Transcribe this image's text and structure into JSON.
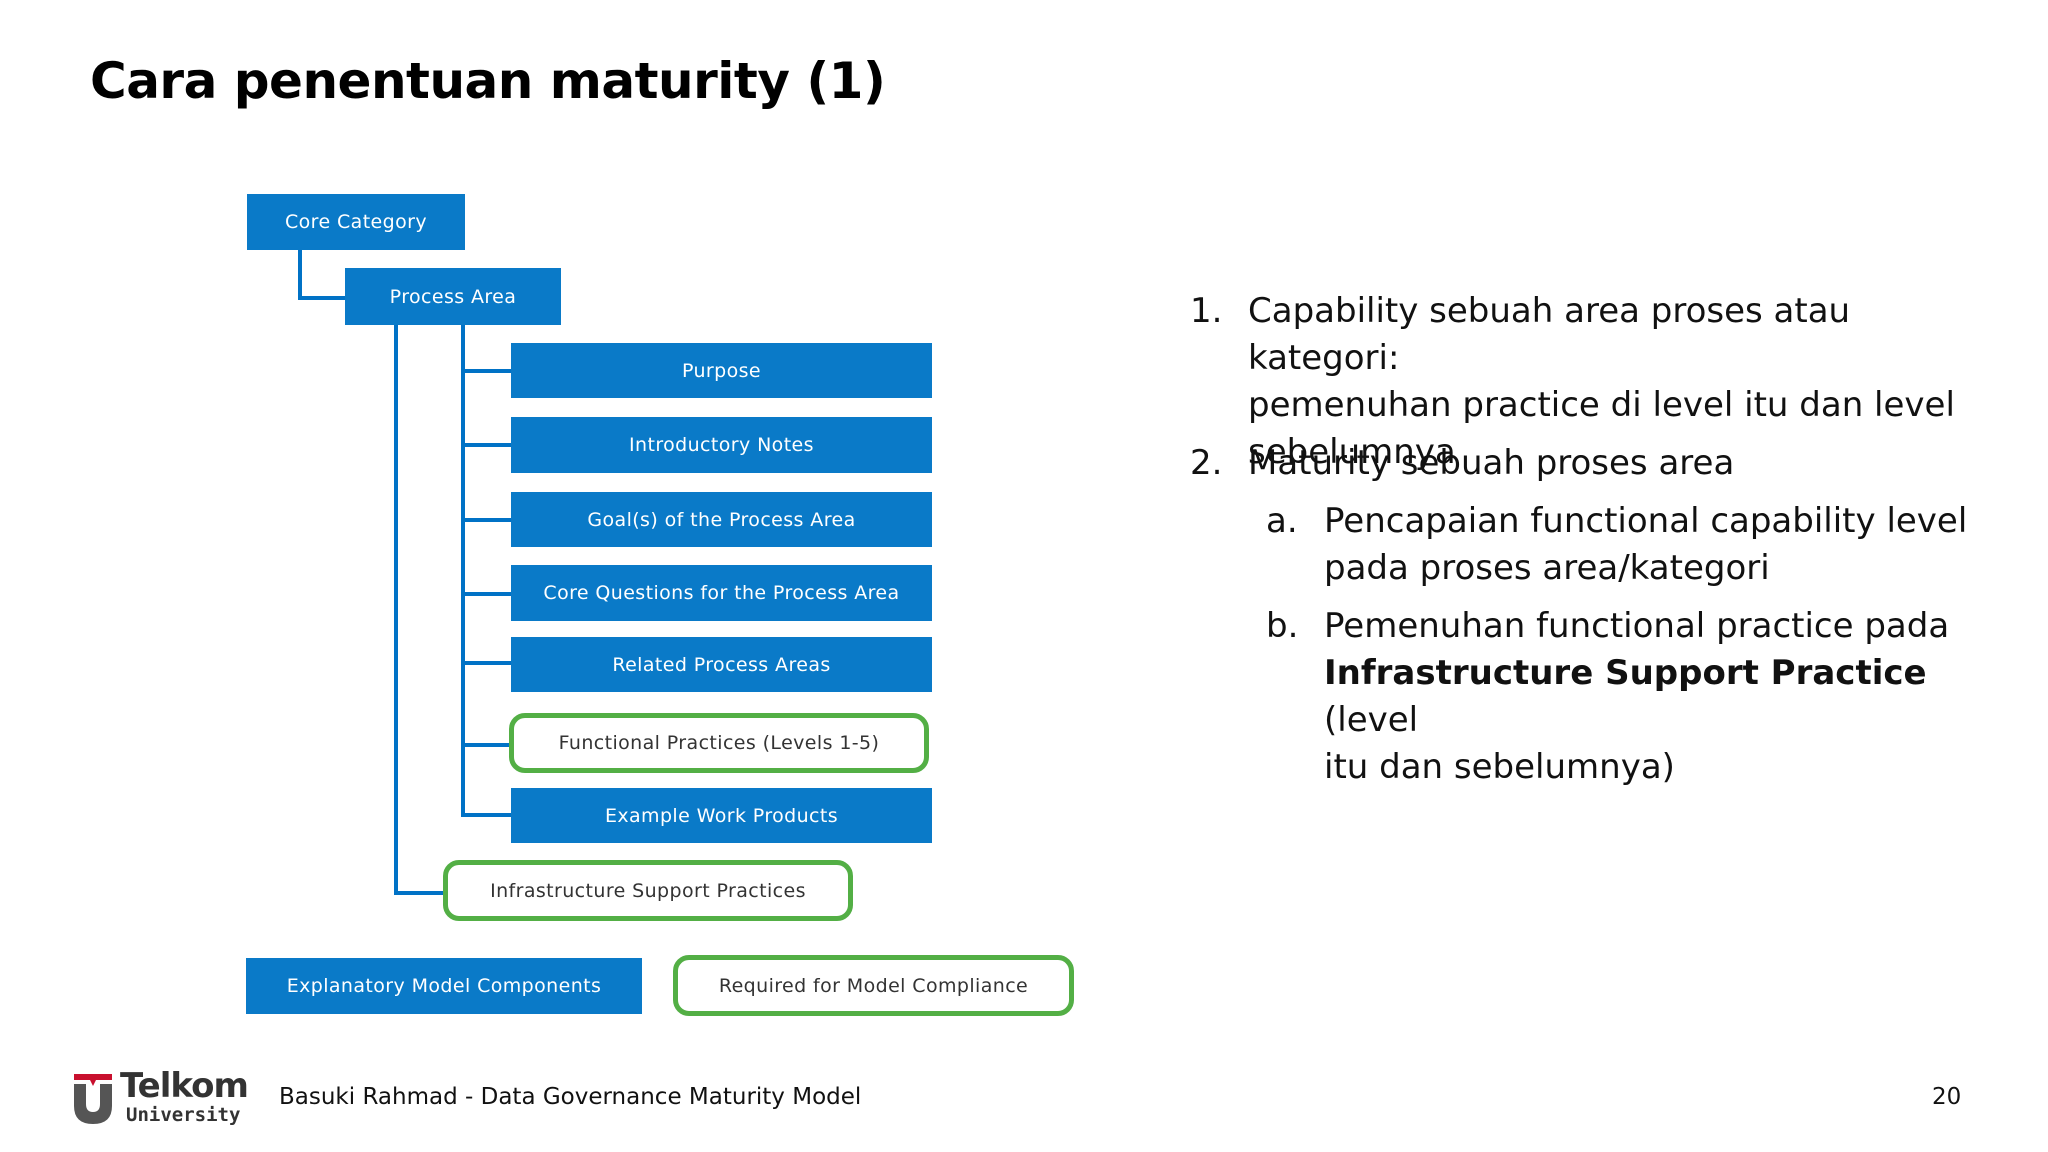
{
  "slide": {
    "title": "Cara penentuan maturity (1)",
    "page_number": "20",
    "footer": "Basuki Rahmad - Data Governance Maturity Model"
  },
  "logo": {
    "brand": "Telkom",
    "sub": "University",
    "brand_color": "#c8102e"
  },
  "diagram": {
    "core_category": "Core Category",
    "process_area": "Process Area",
    "purpose": "Purpose",
    "introductory_notes": "Introductory Notes",
    "goals": "Goal(s) of the Process Area",
    "core_questions": "Core Questions for the Process Area",
    "related_process_areas": "Related Process Areas",
    "functional_practices": "Functional Practices (Levels 1-5)",
    "example_work_products": "Example Work Products",
    "infrastructure_support": "Infrastructure Support Practices",
    "legend_explanatory": "Explanatory Model Components",
    "legend_required": "Required for Model Compliance",
    "colors": {
      "blue": "#0a7ac8",
      "green": "#53af45"
    }
  },
  "points": {
    "p1_num": "1.",
    "p1_line1": "Capability sebuah area proses atau kategori:",
    "p1_line2": "pemenuhan practice di level itu dan level",
    "p1_line3": "sebelumnya",
    "p2_num": "2.",
    "p2_line1": "Maturity sebuah proses area",
    "a_num": "a.",
    "a_line1": "Pencapaian functional capability level",
    "a_line2": "pada proses area/kategori",
    "b_num": "b.",
    "b_line1": "Pemenuhan functional practice pada",
    "b_bold": "Infrastructure Support Practice",
    "b_after": " (level",
    "b_line3": "itu dan sebelumnya)"
  }
}
